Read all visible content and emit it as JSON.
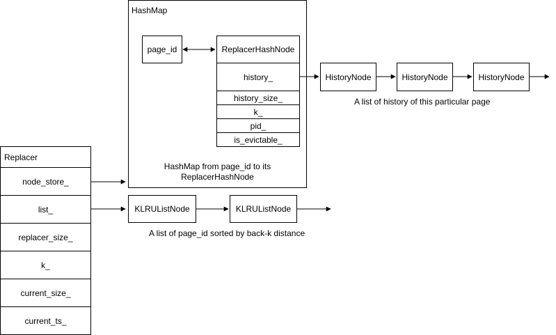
{
  "hashmap": {
    "title": "HashMap",
    "key_label": "page_id",
    "node": {
      "title": "ReplacerHashNode",
      "fields": [
        "history_",
        "history_size_",
        "k_",
        "pid_",
        "is_evictable_"
      ]
    },
    "caption_line1": "HashMap from page_id to its",
    "caption_line2": "ReplacerHashNode"
  },
  "history_list": {
    "nodes": [
      "HistoryNode",
      "HistoryNode",
      "HistoryNode"
    ],
    "caption": "A list  of history of this particular page"
  },
  "replacer": {
    "title": "Replacer",
    "fields": [
      "node_store_",
      "list_",
      "replacer_size_",
      "k_",
      "current_size_",
      "current_ts_"
    ]
  },
  "klru_list": {
    "nodes": [
      "KLRUListNode",
      "KLRUListNode"
    ],
    "caption": "A list of  page_id sorted by back-k distance"
  }
}
